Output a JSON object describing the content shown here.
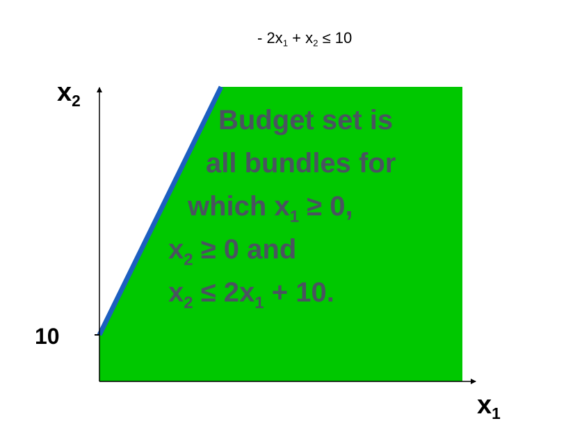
{
  "constraint": {
    "prefix": "- 2x",
    "sub1": "1",
    "mid": " + x",
    "sub2": "2",
    "suffix": " ≤ 10"
  },
  "axes": {
    "y_label": "x",
    "y_sub": "2",
    "x_label": "x",
    "x_sub": "1",
    "y_tick": "10"
  },
  "annotation": {
    "line1": "Budget set is",
    "line2": "all bundles for",
    "line3_a": "which x",
    "line3_sub": "1",
    "line3_b": " ≥ 0,",
    "line4_a": "x",
    "line4_sub": "2",
    "line4_b": " ≥ 0 and",
    "line5_a": "x",
    "line5_sub": "2",
    "line5_b": " ≤ 2x",
    "line5_sub2": "1",
    "line5_c": " + 10."
  },
  "colors": {
    "region_fill": "#00c800",
    "boundary_line": "#1c5fc0",
    "axis": "#000000",
    "annotation_text": "#4a5360"
  }
}
